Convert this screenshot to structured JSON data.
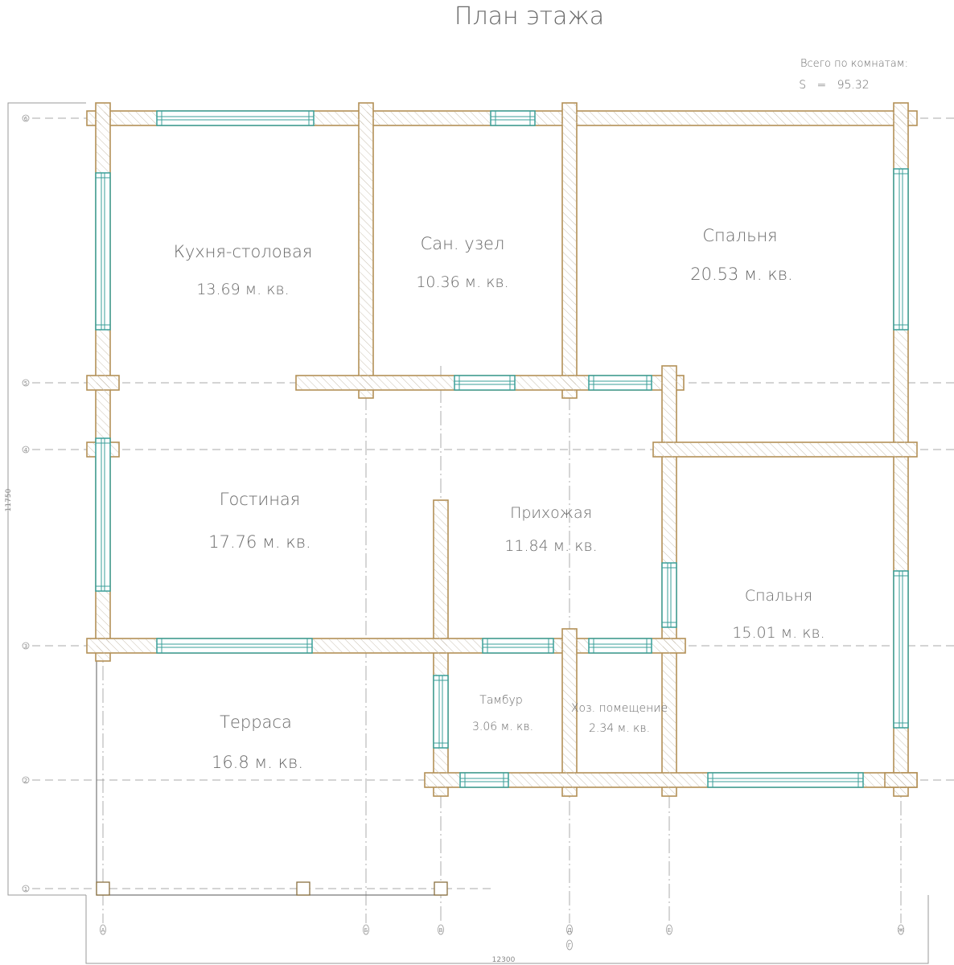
{
  "title": "План этажа",
  "total": {
    "label": "Всего по комнатам:",
    "value": "S   =   95.32"
  },
  "rooms": [
    {
      "name": "Кухня-столовая",
      "area": "13.69 м. кв."
    },
    {
      "name": "Сан. узел",
      "area": "10.36 м. кв."
    },
    {
      "name": "Спальня",
      "area": "20.53 м. кв."
    },
    {
      "name": "Гостиная",
      "area": "17.76 м. кв."
    },
    {
      "name": "Прихожая",
      "area": "11.84 м. кв."
    },
    {
      "name": "Спальня",
      "area": "15.01 м. кв."
    },
    {
      "name": "Тамбур",
      "area": "3.06 м. кв."
    },
    {
      "name": "Хоз. помещение",
      "area": "2.34 м. кв."
    },
    {
      "name": "Терраса",
      "area": "16.8 м. кв."
    }
  ],
  "axes": {
    "rows": [
      "6",
      "5",
      "4",
      "3",
      "2",
      "1"
    ],
    "cols": [
      "А",
      "Б",
      "В",
      "Д",
      "Е",
      "Ж"
    ],
    "extra_col": "Г"
  },
  "dimensions": {
    "height": "11750",
    "width": "12300"
  },
  "colors": {
    "wall": "#b39056",
    "window": "#3a9f98",
    "text": "#6a6a6a"
  }
}
